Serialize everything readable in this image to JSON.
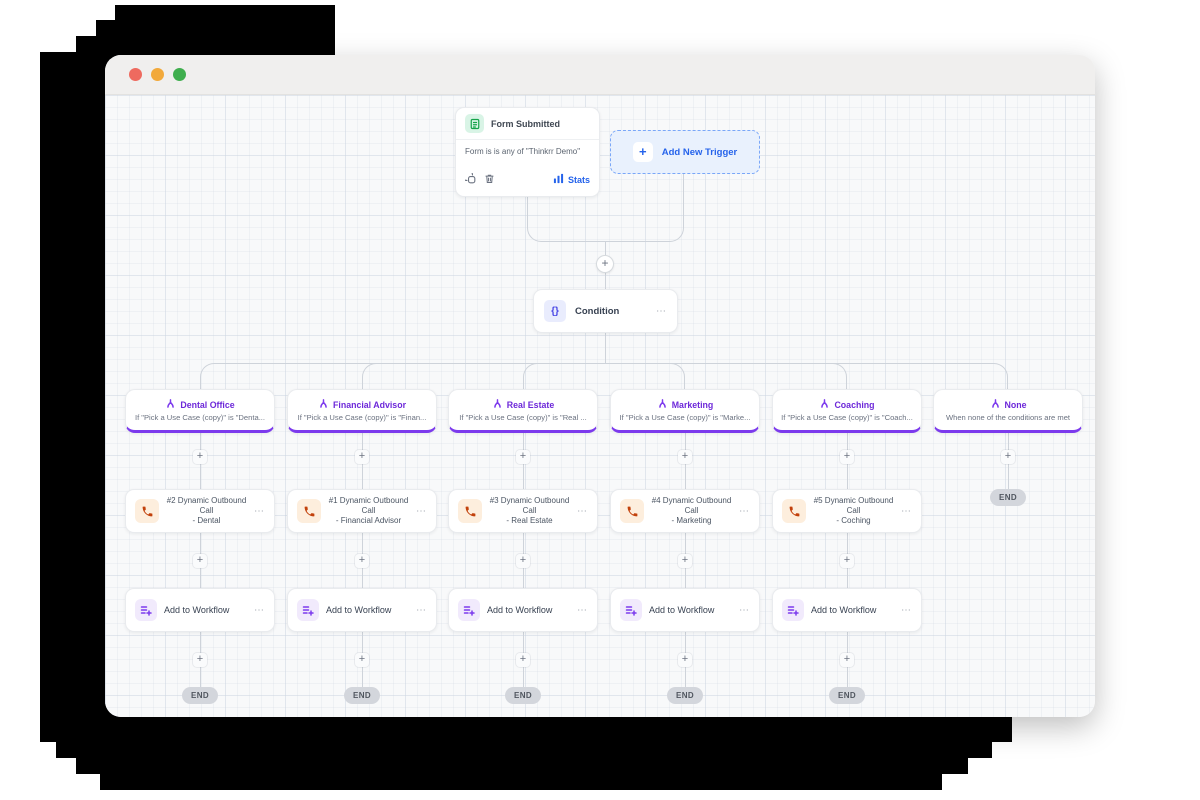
{
  "colors": {
    "accent_purple": "#6d28d9",
    "accent_blue": "#2563eb",
    "phone_orange": "#c2410c",
    "success_green": "#16a34a",
    "end_gray": "#d3d6dc"
  },
  "trigger": {
    "title": "Form Submitted",
    "body": "Form is is any of \"Thinkrr Demo\"",
    "stats": "Stats"
  },
  "add_new_trigger": {
    "label": "Add New Trigger"
  },
  "condition": {
    "label": "Condition"
  },
  "branches": [
    {
      "name": "Dental Office",
      "condition": "If \"Pick a Use Case (copy)\" is \"Denta..."
    },
    {
      "name": "Financial Advisor",
      "condition": "If \"Pick a Use Case (copy)\" is \"Finan..."
    },
    {
      "name": "Real Estate",
      "condition": "If \"Pick a Use Case (copy)\" is \"Real ..."
    },
    {
      "name": "Marketing",
      "condition": "If \"Pick a Use Case (copy)\" is \"Marke..."
    },
    {
      "name": "Coaching",
      "condition": "If \"Pick a Use Case (copy)\" is \"Coach..."
    },
    {
      "name": "None",
      "condition": "When none of the conditions are met"
    }
  ],
  "calls": [
    {
      "line1": "#2 Dynamic Outbound Call",
      "line2": "- Dental"
    },
    {
      "line1": "#1 Dynamic Outbound Call",
      "line2": "- Financial Advisor"
    },
    {
      "line1": "#3 Dynamic Outbound Call",
      "line2": "- Real Estate"
    },
    {
      "line1": "#4 Dynamic Outbound Call",
      "line2": "- Marketing"
    },
    {
      "line1": "#5 Dynamic Outbound Call",
      "line2": "- Coching"
    }
  ],
  "workflow": {
    "label": "Add to Workflow"
  },
  "end_label": "END",
  "ui": {
    "plus": "+",
    "menu_dots": "⋯",
    "condition_icon": "{}"
  }
}
